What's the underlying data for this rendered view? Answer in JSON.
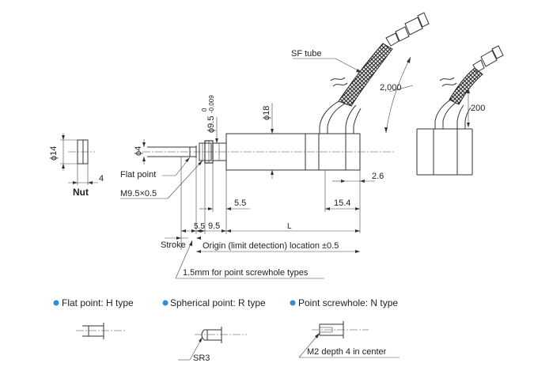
{
  "labels": {
    "sf_tube": "SF tube",
    "cable_2000": "2,000",
    "cable_200": "200",
    "dia18": "ϕ18",
    "dia95": "ϕ9.5",
    "tol_upper": "0",
    "tol_lower": "-0.009",
    "dia14": "ϕ14",
    "dia4": "ϕ4",
    "flat_point": "Flat point",
    "thread": "M9.5×0.5",
    "nut": "Nut",
    "nut_4": "4",
    "d55a": "5.5",
    "d26": "2.6",
    "d154": "15.4",
    "stroke": "Stroke",
    "d55b": "5.5",
    "d95": "9.5",
    "L": "L",
    "origin": "Origin (limit detection) location ±0.5",
    "screwhole_note": "1.5mm for point screwhole types"
  },
  "legend": {
    "h": "Flat point: H type",
    "r": "Spherical point: R type",
    "n": "Point screwhole: N type",
    "sr3": "SR3",
    "m2": "M2 depth 4 in center"
  },
  "colors": {
    "bullet": "#2e8fd6",
    "line": "#333333"
  }
}
